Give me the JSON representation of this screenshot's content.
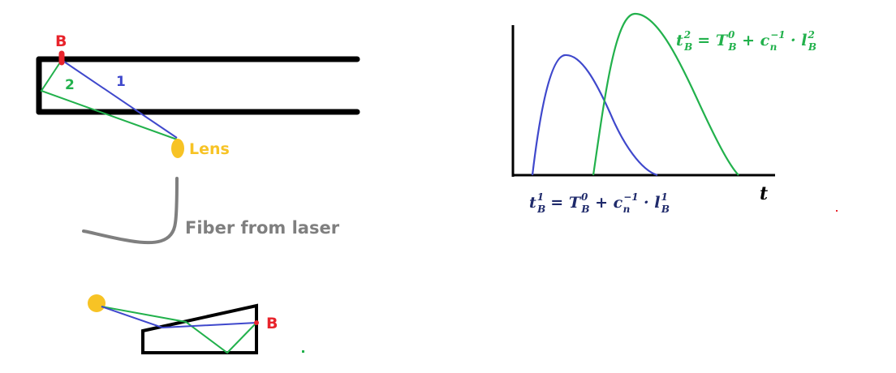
{
  "top_diagram": {
    "point_label": "B",
    "ray1_label": "1",
    "ray2_label": "2",
    "lens_label": "Lens",
    "fiber_label": "Fiber from laser"
  },
  "bottom_diagram": {
    "point_label": "B"
  },
  "chart": {
    "xlabel": "t",
    "formula_1": {
      "t": "t",
      "t_sub": "B",
      "t_sup": "1",
      "eq": "= ",
      "T": "T",
      "T_sub": "B",
      "T_sup": "0",
      "plus": " + ",
      "c": "c",
      "c_sub": "n",
      "c_sup": "−1",
      "dot": " · ",
      "l": "l",
      "l_sub": "B",
      "l_sup": "1"
    },
    "formula_2": {
      "t": "t",
      "t_sub": "B",
      "t_sup": "2",
      "eq": "= ",
      "T": "T",
      "T_sub": "B",
      "T_sup": "0",
      "plus": " + ",
      "c": "c",
      "c_sub": "n",
      "c_sup": "−1",
      "dot": " · ",
      "l": "l",
      "l_sub": "B",
      "l_sup": "2"
    }
  },
  "colors": {
    "black": "#000000",
    "red": "#e8242c",
    "blue": "#3f48cc",
    "green": "#22b14c",
    "yellow": "#f7c325",
    "gray": "#7f7f7f",
    "navy": "#1f2a6b"
  }
}
